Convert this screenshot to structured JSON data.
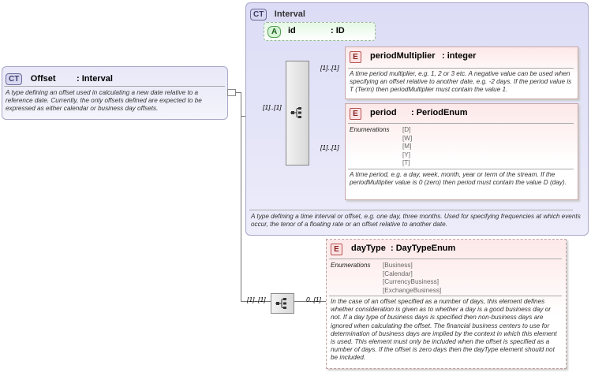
{
  "offset": {
    "badge": "CT",
    "name": "Offset",
    "type": ": Interval",
    "doc": "A type defining an offset used in calculating a new date relative to a reference date. Currently, the only offsets defined are expected to be expressed as either calendar or business day offsets."
  },
  "interval": {
    "badge": "CT",
    "name": "Interval",
    "doc": "A type defining a time interval or offset, e.g. one day, three months. Used for specifying frequencies at which events occur, the tenor of a floating rate or an offset relative to another date.",
    "attribute": {
      "badge": "A",
      "name": "id",
      "type": ": ID"
    },
    "sequence_card": "[1]..[1]",
    "periodMultiplier": {
      "badge": "E",
      "name": "periodMultiplier",
      "type": ": integer",
      "card": "[1]..[1]",
      "doc": "A time period multiplier, e.g. 1, 2 or 3 etc. A negative value can be used when specifying an offset relative to another date, e.g. -2 days. If the period value is T (Term) then periodMultiplier must contain the value 1."
    },
    "period": {
      "badge": "E",
      "name": "period",
      "type": ": PeriodEnum",
      "card": "[1]..[1]",
      "enum_label": "Enumerations",
      "enums": [
        "[D]",
        "[W]",
        "[M]",
        "[Y]",
        "[T]"
      ],
      "doc": "A time period, e.g. a day, week, month, year or term of the stream. If the periodMultiplier value is 0 (zero) then period must contain the value D (day)."
    }
  },
  "dayType": {
    "badge": "E",
    "name": "dayType",
    "type": ": DayTypeEnum",
    "seq_card": "[1]..[1]",
    "card": "0..[1]",
    "enum_label": "Enumerations",
    "enums": [
      "[Business]",
      "[Calendar]",
      "[CurrencyBusiness]",
      "[ExchangeBusiness]"
    ],
    "doc": "In the case of an offset specified as a number of days, this element defines whether consideration is given as to whether a day is a good business day or not. If a day type of business days is specified then non-business days are ignored when calculating the offset. The financial business centers to use for determination of business days are implied by the context in which this element is used. This element must only be included when the offset is specified as a number of days. If the offset is zero days then the dayType element should not be included."
  },
  "colors": {
    "ct_bg": "#e8e8f8",
    "element_bg": "#fde8e8",
    "attr_bg": "#d8f4d8"
  }
}
